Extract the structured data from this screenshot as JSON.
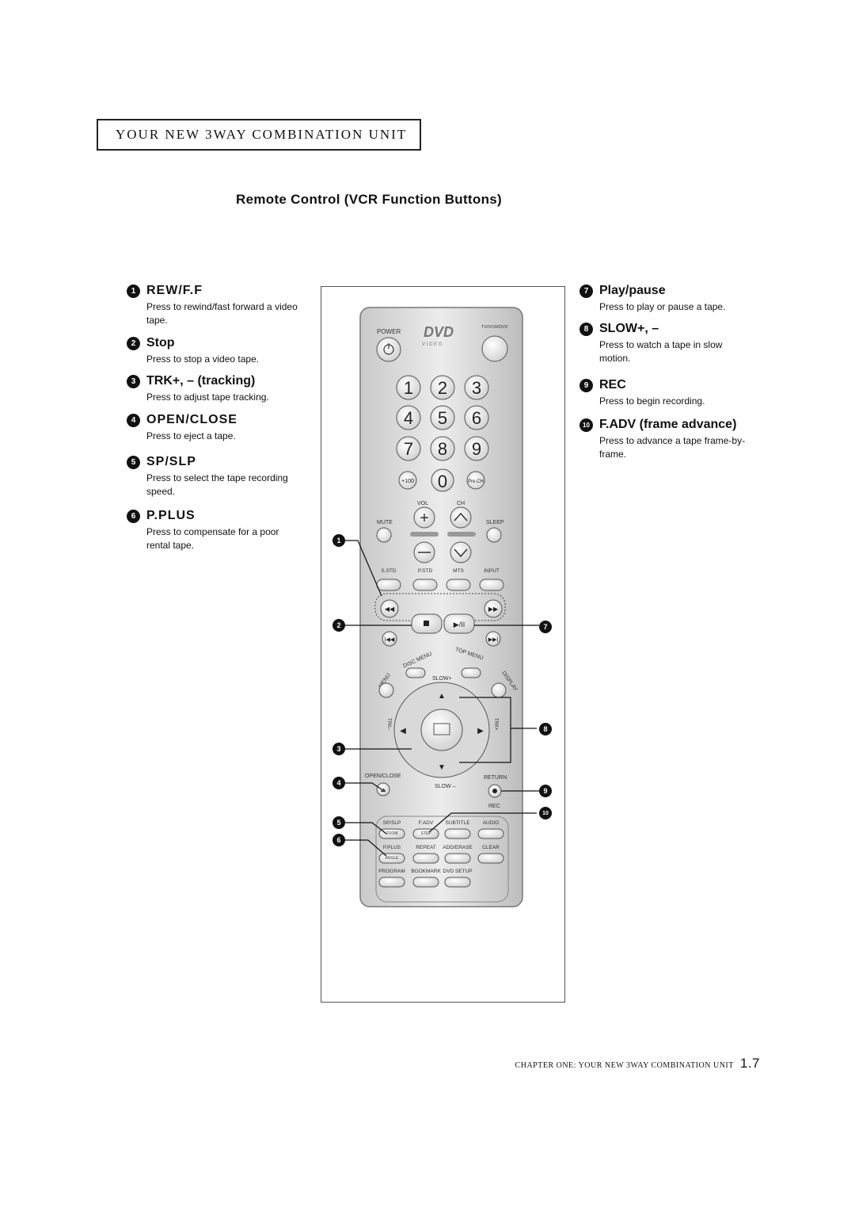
{
  "header": {
    "title": "YOUR NEW 3WAY COMBINATION UNIT"
  },
  "section_title": "Remote Control (VCR Function Buttons)",
  "left_items": [
    {
      "num": "1",
      "title": "REW/F.F",
      "desc": "Press to rewind/fast forward a video tape."
    },
    {
      "num": "2",
      "title": "Stop",
      "desc": "Press to stop a video tape."
    },
    {
      "num": "3",
      "title": "TRK+, – (tracking)",
      "desc": "Press to adjust tape tracking."
    },
    {
      "num": "4",
      "title": "OPEN/CLOSE",
      "desc": "Press to eject a tape."
    },
    {
      "num": "5",
      "title": "SP/SLP",
      "desc": "Press to select the tape recording speed."
    },
    {
      "num": "6",
      "title": "P.PLUS",
      "desc": "Press to compensate for a poor rental tape."
    }
  ],
  "right_items": [
    {
      "num": "7",
      "title": "Play/pause",
      "desc": "Press to play or pause a tape."
    },
    {
      "num": "8",
      "title": "SLOW+, –",
      "desc": "Press to watch a tape in slow motion."
    },
    {
      "num": "9",
      "title": "REC",
      "desc": "Press to begin recording."
    },
    {
      "num": "10",
      "title": "F.ADV (frame advance)",
      "desc": "Press to advance a tape frame-by-frame."
    }
  ],
  "remote": {
    "power": "POWER",
    "dvd_logo": "DVD",
    "dvd_sub": "V I D E O",
    "tv_vcr_dvd": "TV/VCR/DVD",
    "digits": [
      "1",
      "2",
      "3",
      "4",
      "5",
      "6",
      "7",
      "8",
      "9"
    ],
    "plus100": "+100",
    "zero": "0",
    "pre_ch": "Pre.CH",
    "vol": "VOL",
    "ch": "CH",
    "mute": "MUTE",
    "sleep": "SLEEP",
    "row_labels": [
      "S.STD",
      "P.STD",
      "MTS",
      "INPUT"
    ],
    "disc_menu": "DISC MENU",
    "top_menu": "TOP MENU",
    "menu": "MENU",
    "display": "DISPLAY",
    "slow_plus": "SLOW+",
    "slow_minus": "SLOW –",
    "trk_minus": "TRK–",
    "trk_plus": "TRK+",
    "open_close": "OPEN/CLOSE",
    "return": "RETURN",
    "rec": "REC",
    "bottom_row1": [
      "SP/SLP",
      "F.ADV",
      "SUBTITLE",
      "AUDIO"
    ],
    "zoom": "ZOOM",
    "step": "STEP",
    "bottom_row2": [
      "P.PLUS",
      "REPEAT",
      "ADD/ERASE",
      "CLEAR"
    ],
    "angle": "ANGLE",
    "bottom_row3": [
      "PROGRAM",
      "BOOKMARK",
      "DVD SETUP"
    ]
  },
  "footer": {
    "chapter": "CHAPTER ONE: YOUR NEW 3WAY COMBINATION UNIT",
    "page": "1.7"
  }
}
